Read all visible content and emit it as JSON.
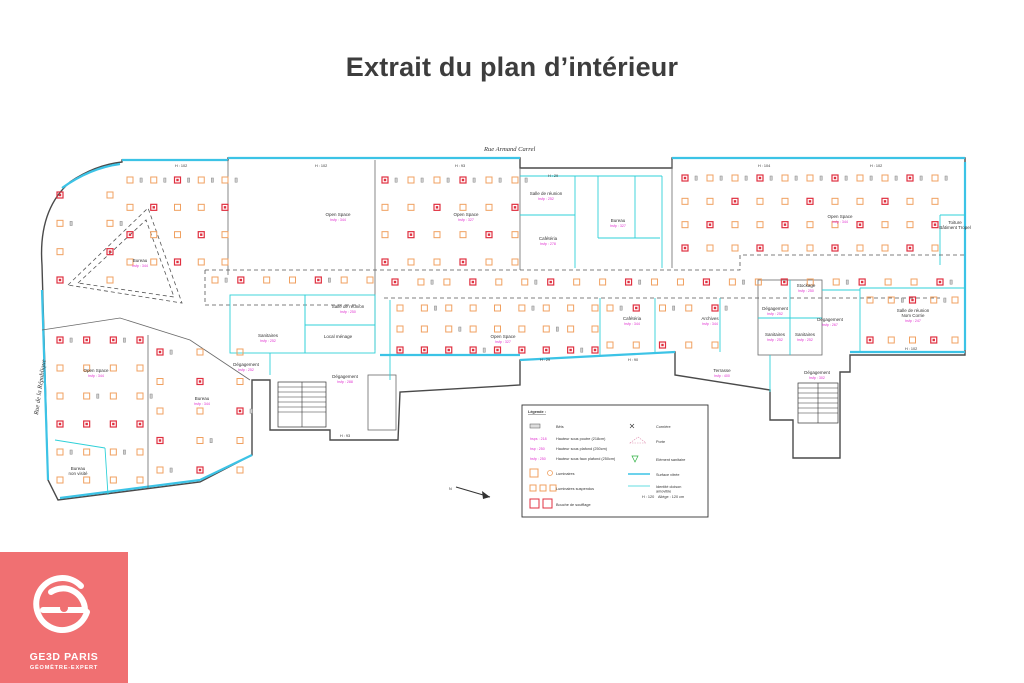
{
  "title": "Extrait du plan d’intérieur",
  "streets": {
    "north": "Rue   Armand   Carrel",
    "west": "Rue   de   la   République"
  },
  "rooms": [
    {
      "id": "open-space-nw",
      "label": "Open Space",
      "height": "hsfp : 344"
    },
    {
      "id": "open-space-n",
      "label": "Open Space",
      "height": "hsfp : 327"
    },
    {
      "id": "salle-reunion-n",
      "label": "Salle de réunion",
      "height": "hsfp : 252"
    },
    {
      "id": "cafeteria",
      "label": "Cafétéria",
      "height": "hsfp : 278"
    },
    {
      "id": "bureau-n",
      "label": "Bureau",
      "height": "hsfp : 327"
    },
    {
      "id": "open-space-ne",
      "label": "Open Space",
      "height": "hsfp : 344"
    },
    {
      "id": "open-space-w",
      "label": "Open Space",
      "height": "hsfp : 344"
    },
    {
      "id": "bureau-sw",
      "label": "Bureau",
      "height": "hsfp : 344"
    },
    {
      "id": "bureau-w",
      "label": "Bureau",
      "height": "hsfp : 344"
    },
    {
      "id": "bureau-nv",
      "label": "Bureau\nnon visité",
      "height": ""
    },
    {
      "id": "salle-reunion-c",
      "label": "Salle de réunion",
      "height": "hsfp : 250"
    },
    {
      "id": "sanitaires-c",
      "label": "Sanitaires",
      "height": "hsfp : 252"
    },
    {
      "id": "local-menage",
      "label": "Local ménage",
      "height": ""
    },
    {
      "id": "degagement-c",
      "label": "Dégagement",
      "height": "hsfp : 252"
    },
    {
      "id": "degagement-c2",
      "label": "Dégagement",
      "height": "hsfp : 288"
    },
    {
      "id": "open-space-c",
      "label": "Open Space",
      "height": "hsfp : 327"
    },
    {
      "id": "cafeteria-c",
      "label": "Cafétéria",
      "height": "hsfp : 344"
    },
    {
      "id": "archives",
      "label": "Archives",
      "height": "hsfp : 344"
    },
    {
      "id": "stockage",
      "label": "Stockage",
      "height": "hsfp : 250"
    },
    {
      "id": "degagement-e",
      "label": "Dégagement",
      "height": "hsfp : 252"
    },
    {
      "id": "sanitaires-e1",
      "label": "Sanitaires",
      "height": "hsfp : 252"
    },
    {
      "id": "sanitaires-e2",
      "label": "Sanitaires",
      "height": "hsfp : 252"
    },
    {
      "id": "degagement-e2",
      "label": "Dégagement",
      "height": "hsfp : 267"
    },
    {
      "id": "salle-reunion-e",
      "label": "Salle de réunion\nNom Corrie",
      "height": "hsfp : 247"
    },
    {
      "id": "terrasse",
      "label": "Terrasse",
      "height": "hsfp : 400"
    },
    {
      "id": "degagement-se",
      "label": "Dégagement",
      "height": "hsfp : 302"
    },
    {
      "id": "toiture",
      "label": "Toiture\nBâtiment Tropel",
      "height": ""
    }
  ],
  "heights_top": [
    "H : 102",
    "H : 102",
    "H : 93",
    "H : 29",
    "H : 104",
    "H : 102"
  ],
  "heights_bottom": [
    "H : 29",
    "H : 90",
    "H : 102",
    "H : 93"
  ],
  "legend": {
    "title": "Légende :",
    "items": [
      {
        "symbol": "h-beam",
        "label": "Bêts"
      },
      {
        "symbol": "h-text",
        "code": "hsps : 218",
        "label": "Hauteur sous poutre (218cm)"
      },
      {
        "symbol": "h-text",
        "code": "hsp : 250",
        "label": "Hauteur sous plafond (250cm)"
      },
      {
        "symbol": "h-text",
        "code": "hsfp : 250",
        "label": "Hauteur sous faux plafond (250cm)"
      },
      {
        "symbol": "lum",
        "label": "Luminaires"
      },
      {
        "symbol": "lum-susp",
        "label": "Luminaires suspendus"
      },
      {
        "symbol": "blow",
        "label": "Bouche de soufflage"
      },
      {
        "symbol": "col",
        "label": "Cornière"
      },
      {
        "symbol": "door",
        "label": "Porte"
      },
      {
        "symbol": "sanit",
        "label": "Elément sanitaire"
      },
      {
        "symbol": "surf",
        "label": "Surface vitrée"
      },
      {
        "symbol": "part",
        "label": "Identité cloison\namovible"
      },
      {
        "symbol": "allege",
        "code": "H : 120",
        "label": "Allège : 120 cm"
      }
    ]
  },
  "north": "N",
  "logo": {
    "name": "GE3D PARIS",
    "subtitle": "GÉOMÈTRE-EXPERT",
    "color": "#f07072"
  },
  "colors": {
    "walls": "#4a4a4a",
    "facade": "#3cc3e6",
    "luminaire": "#f0a060",
    "luminaire_highlight": "#e03040",
    "height_label": "#e030d0"
  }
}
